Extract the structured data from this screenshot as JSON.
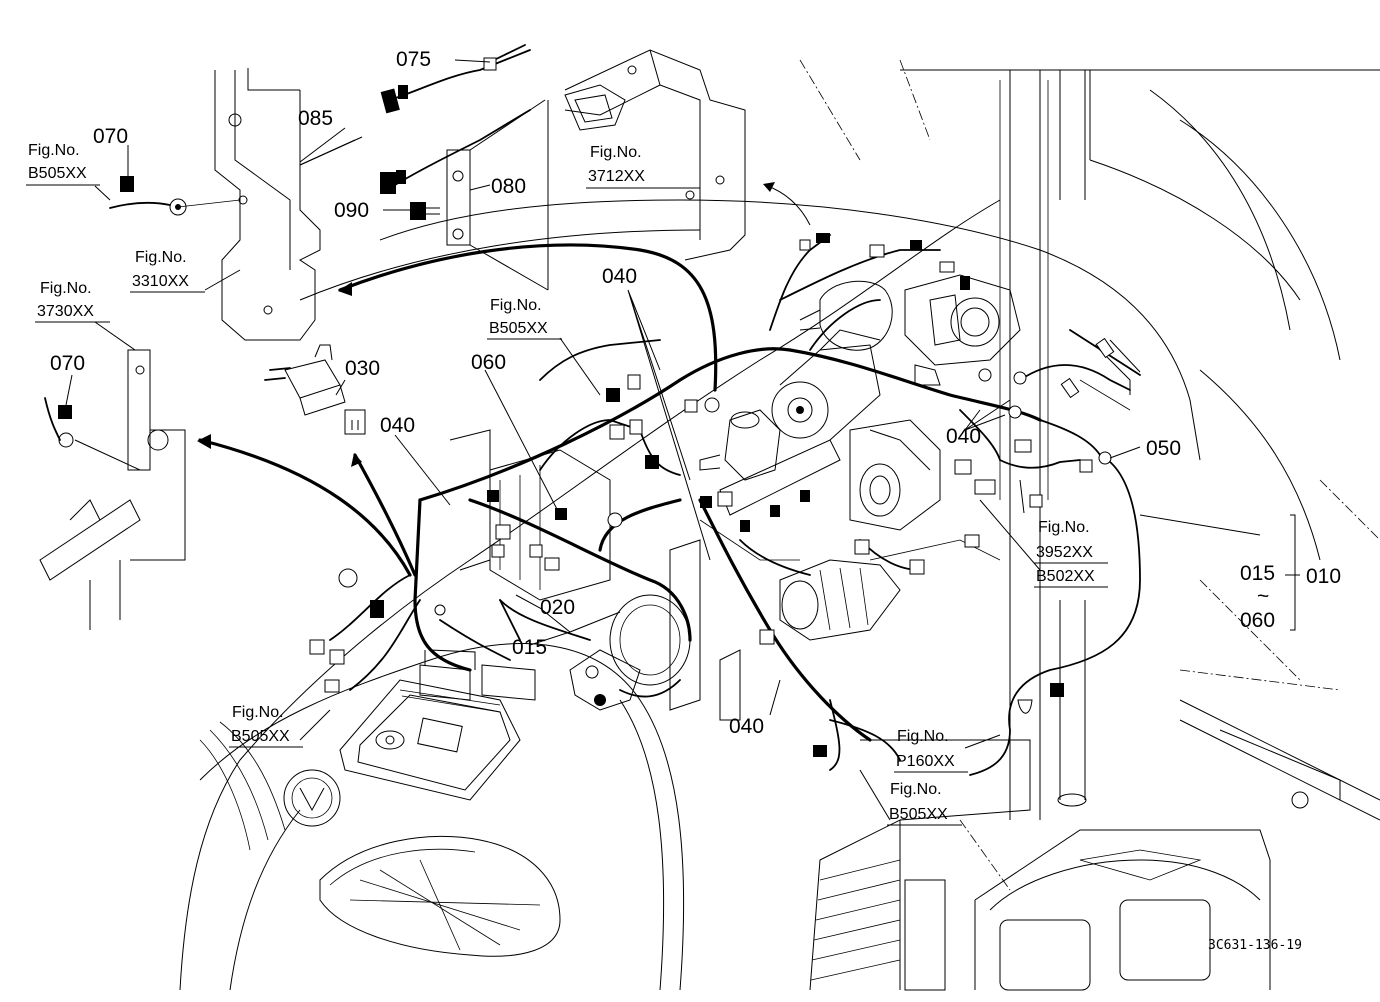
{
  "callouts": {
    "p075": "075",
    "p085": "085",
    "p070_top": "070",
    "p080": "080",
    "p090": "090",
    "p070_left": "070",
    "p030": "030",
    "p040_left": "040",
    "p060": "060",
    "p040_mid": "040",
    "p040_right": "040",
    "p050": "050",
    "p020": "020",
    "p015": "015",
    "p040_bottom": "040",
    "p015_range": "015",
    "p010": "010",
    "tilde": "~",
    "p060_range": "060"
  },
  "figure_refs": {
    "top_left": {
      "label": "Fig.No.",
      "number": "B505XX"
    },
    "f3310": {
      "label": "Fig.No.",
      "number": "3310XX"
    },
    "f3730": {
      "label": "Fig.No.",
      "number": "3730XX"
    },
    "f3712": {
      "label": "Fig.No.",
      "number": "3712XX"
    },
    "center": {
      "label": "Fig.No.",
      "number": "B505XX"
    },
    "right": {
      "label": "Fig.No.",
      "number1": "3952XX",
      "number2": "B502XX"
    },
    "bottom_left": {
      "label": "Fig.No.",
      "number": "B505XX"
    },
    "p160": {
      "label": "Fig.No.",
      "number": "P160XX"
    },
    "bottom_right": {
      "label": "Fig.No.",
      "number": "B505XX"
    }
  },
  "drawing_code": "3C631-136-19"
}
